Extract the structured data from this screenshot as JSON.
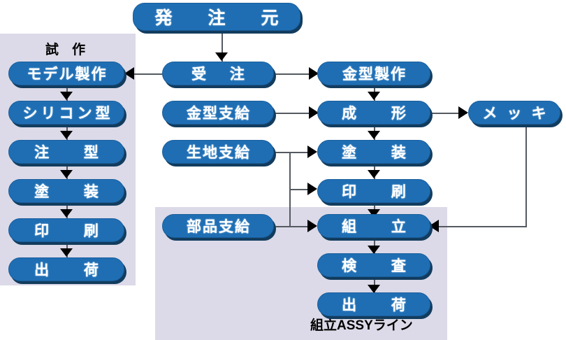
{
  "diagram": {
    "panels": [
      {
        "name": "prototype",
        "title": "試 作"
      },
      {
        "name": "assembly",
        "caption": "組立ASSYライン"
      }
    ],
    "colors": {
      "node_fill": "#1f6eb4",
      "node_shadow": "#123c5e",
      "panel_bg": "#dcdae8",
      "line": "#555a60",
      "arrow": "#000000",
      "node_text": "#ffffff",
      "label_text": "#000000"
    },
    "nodes": {
      "client": "発 注 元",
      "order": "受 注",
      "model_making": "モデル製作",
      "silicone_mold": "シリコン型",
      "casting": "注 型",
      "proto_painting": "塗 装",
      "proto_printing": "印 刷",
      "proto_shipping": "出 荷",
      "mold_making": "金型製作",
      "mold_supply": "金型支給",
      "molding": "成 形",
      "plating": "メッキ",
      "fabric_supply": "生地支給",
      "painting": "塗 装",
      "printing": "印 刷",
      "parts_supply": "部品支給",
      "assembly": "組 立",
      "inspection": "検 査",
      "shipping": "出 荷"
    }
  }
}
